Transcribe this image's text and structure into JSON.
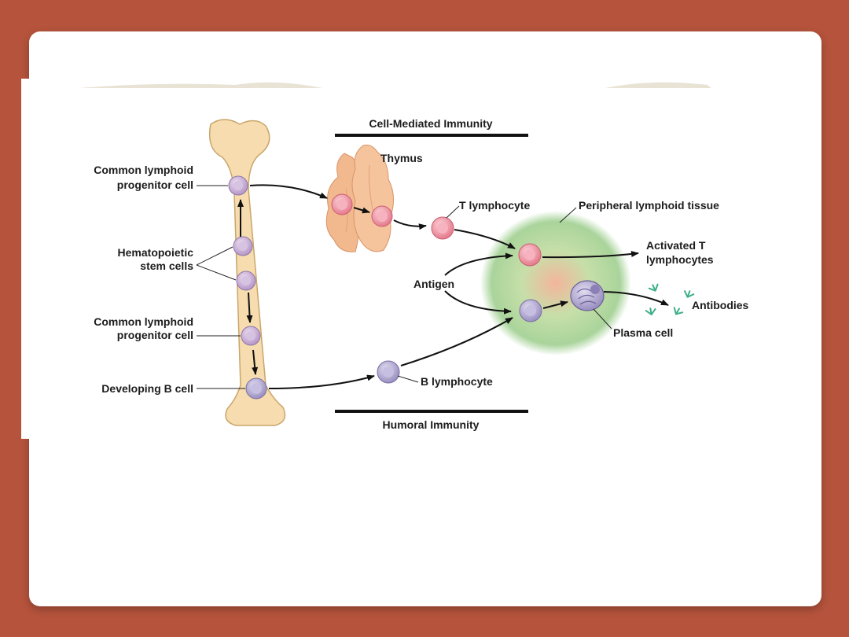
{
  "colors": {
    "frame": "#b5533c",
    "card": "#ffffff",
    "bone": "#f6dcae",
    "bone_outline": "#c9a66b",
    "thymus": "#f2b98e",
    "t_cell": "#ee8c9a",
    "b_cell": "#b1a8cf",
    "stem_cell": "#c9aed6",
    "lymphoid_tissue": "#a8d49a",
    "antibody": "#3fae8a"
  },
  "headers": {
    "cell_mediated": "Cell-Mediated Immunity",
    "humoral": "Humoral Immunity"
  },
  "labels": {
    "common_progenitor_top_1": "Common lymphoid",
    "common_progenitor_top_2": "progenitor cell",
    "hematopoietic_1": "Hematopoietic",
    "hematopoietic_2": "stem cells",
    "common_progenitor_bottom_1": "Common lymphoid",
    "common_progenitor_bottom_2": "progenitor cell",
    "developing_b": "Developing B cell",
    "thymus": "Thymus",
    "t_lymphocyte": "T lymphocyte",
    "peripheral_tissue": "Peripheral lymphoid tissue",
    "activated_t_1": "Activated T",
    "activated_t_2": "lymphocytes",
    "antigen": "Antigen",
    "antibodies": "Antibodies",
    "plasma_cell": "Plasma cell",
    "b_lymphocyte": "B lymphocyte"
  }
}
